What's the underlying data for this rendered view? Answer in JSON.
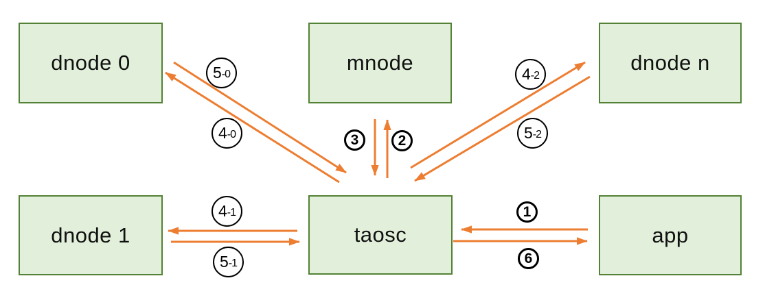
{
  "diagram": {
    "description": "Message flow diagram between app, taosc, mnode and dnodes",
    "colors": {
      "node_fill": "#e2efda",
      "node_border": "#538135",
      "arrow": "#ed7d31",
      "badge_border": "#000000"
    },
    "nodes": [
      {
        "id": "dnode0",
        "label": "dnode 0"
      },
      {
        "id": "mnode",
        "label": "mnode"
      },
      {
        "id": "dnoden",
        "label": "dnode n"
      },
      {
        "id": "dnode1",
        "label": "dnode 1"
      },
      {
        "id": "taosc",
        "label": "taosc"
      },
      {
        "id": "app",
        "label": "app"
      }
    ],
    "edges": [
      {
        "label": "1",
        "label_main": "1",
        "label_rest": "",
        "from": "app",
        "to": "taosc"
      },
      {
        "label": "2",
        "label_main": "2",
        "label_rest": "",
        "from": "taosc",
        "to": "mnode"
      },
      {
        "label": "3",
        "label_main": "3",
        "label_rest": "",
        "from": "mnode",
        "to": "taosc"
      },
      {
        "label": "4-0",
        "label_main": "4",
        "label_rest": "-0",
        "from": "taosc",
        "to": "dnode 0"
      },
      {
        "label": "5-0",
        "label_main": "5",
        "label_rest": "-0",
        "from": "dnode 0",
        "to": "taosc"
      },
      {
        "label": "4-1",
        "label_main": "4",
        "label_rest": "-1",
        "from": "taosc",
        "to": "dnode 1"
      },
      {
        "label": "5-1",
        "label_main": "5",
        "label_rest": "-1",
        "from": "dnode 1",
        "to": "taosc"
      },
      {
        "label": "4-2",
        "label_main": "4",
        "label_rest": "-2",
        "from": "taosc",
        "to": "dnode n"
      },
      {
        "label": "5-2",
        "label_main": "5",
        "label_rest": "-2",
        "from": "dnode n",
        "to": "taosc"
      },
      {
        "label": "6",
        "label_main": "6",
        "label_rest": "",
        "from": "taosc",
        "to": "app"
      }
    ]
  }
}
